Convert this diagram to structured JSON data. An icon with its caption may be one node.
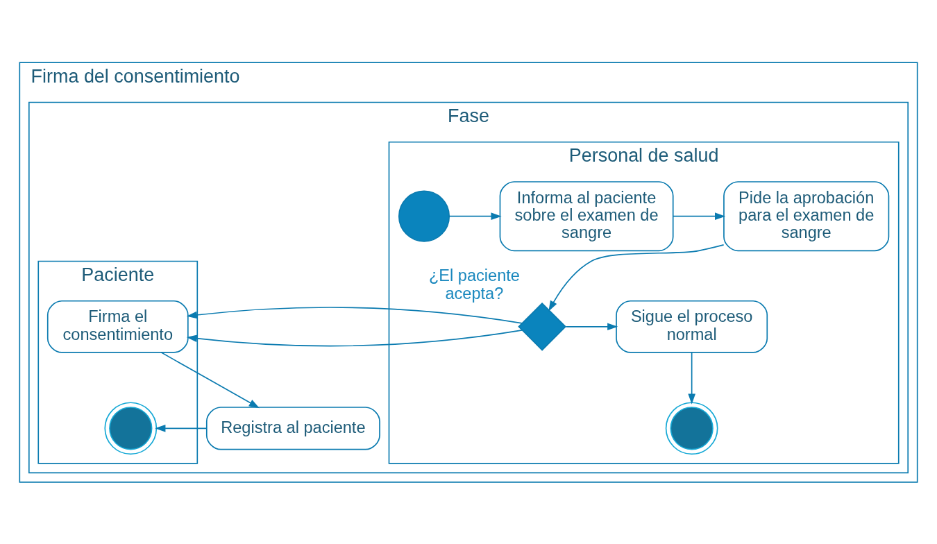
{
  "diagram": {
    "nodes": [
      {
        "text": [
          "Firma del consentimiento"
        ]
      },
      {
        "text": [
          "Fase"
        ],
        "in": 0
      },
      {
        "text": [
          "Personal de salud"
        ],
        "in": 1
      },
      {
        "text": [
          "Paciente"
        ],
        "in": 1
      },
      {
        "text": [],
        "shape": "circle",
        "in": 2
      },
      {
        "text": [
          "Informa al paciente sobre el examen de sangre"
        ],
        "in": 2
      },
      {
        "text": [
          "Pide la aprobación para el examen de sangre"
        ],
        "in": 2
      },
      {
        "text": [
          "Sigue el proceso normal"
        ],
        "in": 2
      },
      {
        "text": [],
        "shape": "diamond",
        "in": 2,
        "beside": [
          "¿El paciente acepta?"
        ]
      },
      {
        "text": [
          "Firma el consentimiento"
        ],
        "in": 3
      },
      {
        "text": [],
        "shape": "circle",
        "in": 2
      },
      {
        "text": [
          "Registra al paciente"
        ],
        "in": 1
      },
      {
        "text": [],
        "shape": "circle",
        "in": 3
      }
    ],
    "edges": [
      {
        "from": 4,
        "to": 5,
        "arrow": "to"
      },
      {
        "from": 5,
        "to": 6,
        "arrow": "to"
      },
      {
        "from": 6,
        "to": 8,
        "arrow": "to"
      },
      {
        "from": 8,
        "to": 7,
        "arrow": "to"
      },
      {
        "from": 8,
        "to": 9,
        "arrow": "to"
      },
      {
        "from": 7,
        "to": 10,
        "arrow": "to"
      },
      {
        "from": 9,
        "to": 11,
        "arrow": "to"
      },
      {
        "from": 11,
        "to": 12,
        "arrow": "to"
      }
    ]
  }
}
